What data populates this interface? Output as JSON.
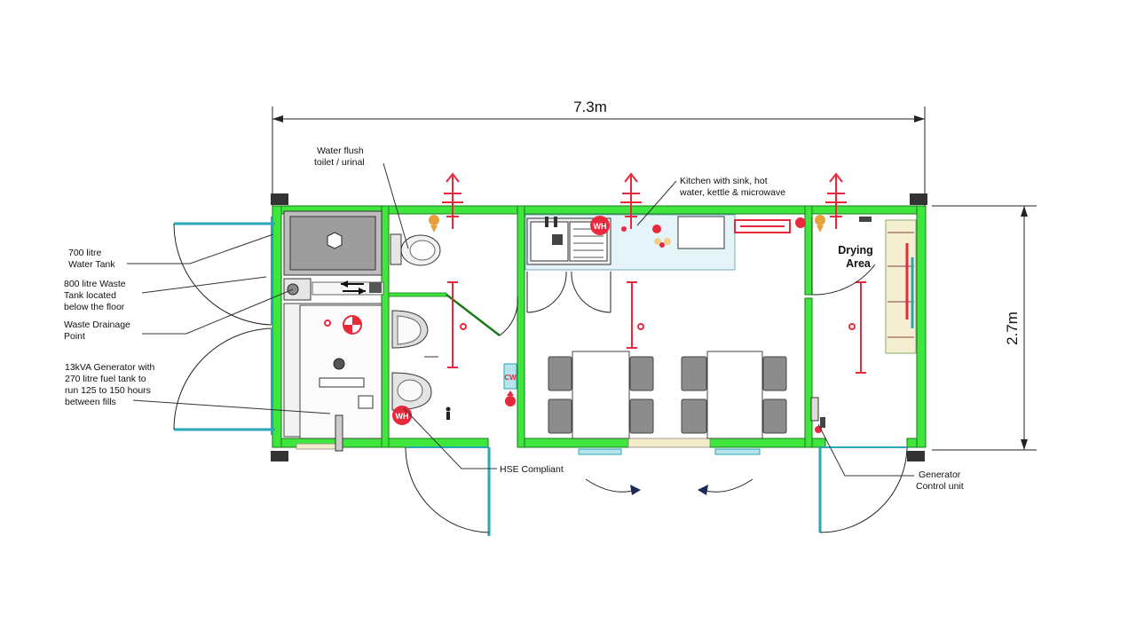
{
  "dimensions": {
    "length": "7.3m",
    "width": "2.7m"
  },
  "labels": {
    "water_tank": [
      "700 litre",
      "Water Tank"
    ],
    "waste_tank": [
      "800 litre Waste",
      "Tank located",
      "below the floor"
    ],
    "waste_drainage": [
      "Waste Drainage",
      "Point"
    ],
    "generator": [
      "13kVA Generator with",
      "270 litre fuel tank to",
      "run 125 to 150 hours",
      "between  fills"
    ],
    "toilet": [
      "Water flush",
      "toilet / urinal"
    ],
    "kitchen": [
      "Kitchen with sink, hot",
      "water, kettle & microwave"
    ],
    "drying": [
      "Drying",
      "Area"
    ],
    "hse": "HSE Compliant",
    "generator_control": [
      "Generator",
      "Control unit"
    ]
  },
  "symbols": {
    "water_heater": "WH",
    "cold_water": "CW"
  },
  "colors": {
    "walls": "#3ee63e",
    "doors": "#2aa6b8",
    "safety_signs": "#e8293b"
  }
}
